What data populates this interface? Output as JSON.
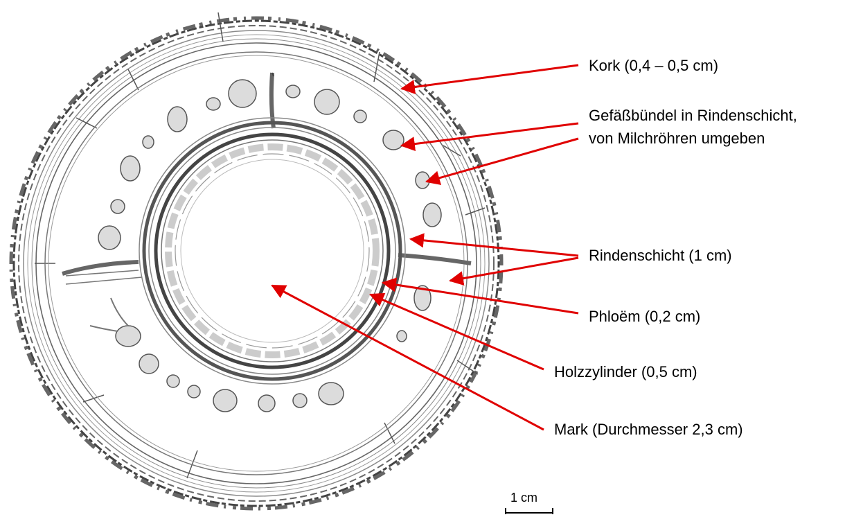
{
  "labels": {
    "kork": "Kork (0,4 – 0,5 cm)",
    "gefaess_line1": "Gefäßbündel in Rindenschicht,",
    "gefaess_line2": "von Milchröhren umgeben",
    "rindenschicht": "Rindenschicht (1 cm)",
    "phloem": "Phloëm (0,2 cm)",
    "holzzylinder": "Holzzylinder (0,5 cm)",
    "mark": "Mark (Durchmesser 2,3 cm)"
  },
  "scale_bar": {
    "label": "1 cm"
  },
  "colors": {
    "arrow": "#e00000",
    "pencil": "#555555",
    "pencil_light": "#8a8a8a",
    "pencil_dark": "#333333"
  }
}
